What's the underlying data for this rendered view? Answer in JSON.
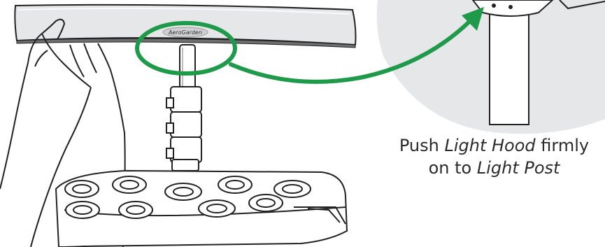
{
  "brand_label": "AeroGarden",
  "caption": {
    "line1_prefix": "Push ",
    "line1_italic": "Light Hood",
    "line1_suffix": " firmly",
    "line2_prefix": "on to ",
    "line2_italic": "Light Post"
  },
  "colors": {
    "accent_green": "#1f9a4a",
    "line": "#222222",
    "hood_fill": "#e6e7e8",
    "zoom_bg": "#e6e7e8"
  }
}
